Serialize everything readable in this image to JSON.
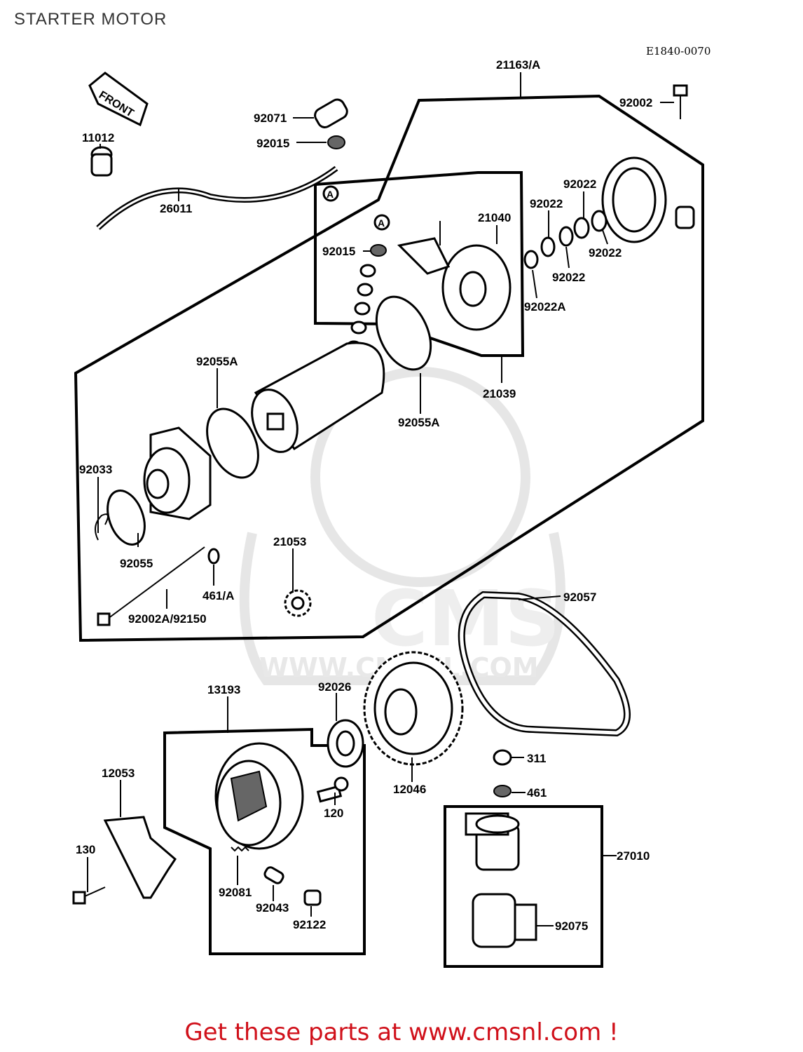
{
  "page": {
    "title": "STARTER MOTOR",
    "diagram_ref": "E1840-0070",
    "footer": "Get these parts at www.cmsnl.com !",
    "front_label": "FRONT",
    "marker_label": "A",
    "watermark": "WWW.CMSNL.COM",
    "watermark_logo": "CMS"
  },
  "parts": [
    {
      "id": "p-21163a",
      "number": "21163/A"
    },
    {
      "id": "p-92002-top",
      "number": "92002"
    },
    {
      "id": "p-92071",
      "number": "92071"
    },
    {
      "id": "p-92015-top",
      "number": "92015"
    },
    {
      "id": "p-11012",
      "number": "11012"
    },
    {
      "id": "p-26011",
      "number": "26011"
    },
    {
      "id": "p-92022-a",
      "number": "92022"
    },
    {
      "id": "p-92022-b",
      "number": "92022"
    },
    {
      "id": "p-92022-c",
      "number": "92022"
    },
    {
      "id": "p-92022-d",
      "number": "92022"
    },
    {
      "id": "p-21040",
      "number": "21040"
    },
    {
      "id": "p-92015-mid",
      "number": "92015"
    },
    {
      "id": "p-92022a",
      "number": "92022A"
    },
    {
      "id": "p-92055a-left",
      "number": "92055A"
    },
    {
      "id": "p-21039",
      "number": "21039"
    },
    {
      "id": "p-92055a-right",
      "number": "92055A"
    },
    {
      "id": "p-92033",
      "number": "92033"
    },
    {
      "id": "p-21053",
      "number": "21053"
    },
    {
      "id": "p-92055",
      "number": "92055"
    },
    {
      "id": "p-461a",
      "number": "461/A"
    },
    {
      "id": "p-92002a",
      "number": "92002A/92150"
    },
    {
      "id": "p-92057",
      "number": "92057"
    },
    {
      "id": "p-13193",
      "number": "13193"
    },
    {
      "id": "p-92026",
      "number": "92026"
    },
    {
      "id": "p-12053",
      "number": "12053"
    },
    {
      "id": "p-311",
      "number": "311"
    },
    {
      "id": "p-120",
      "number": "120"
    },
    {
      "id": "p-12046",
      "number": "12046"
    },
    {
      "id": "p-461",
      "number": "461"
    },
    {
      "id": "p-130",
      "number": "130"
    },
    {
      "id": "p-27010",
      "number": "27010"
    },
    {
      "id": "p-92081",
      "number": "92081"
    },
    {
      "id": "p-92043",
      "number": "92043"
    },
    {
      "id": "p-92075",
      "number": "92075"
    },
    {
      "id": "p-92122",
      "number": "92122"
    }
  ]
}
